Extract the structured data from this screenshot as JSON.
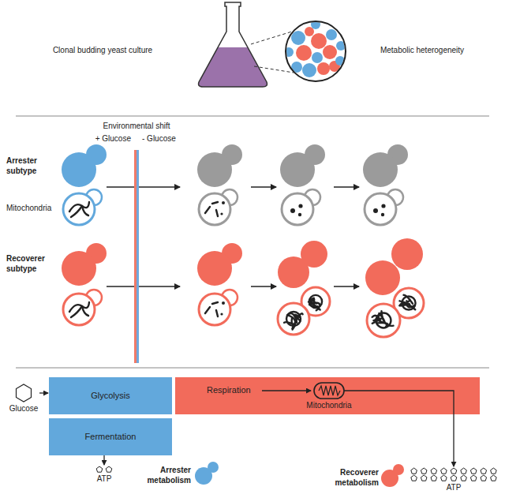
{
  "diagram": {
    "nodes": [
      {
        "text": [
          "Glucose"
        ]
      },
      {
        "text": [
          "Glycolysis"
        ]
      },
      {
        "text": [
          "Respiration",
          "Mitochondria"
        ]
      },
      {
        "text": [
          "Fermentation"
        ]
      },
      {
        "text": [
          "ATP"
        ]
      },
      {
        "text": [
          "ATP"
        ]
      }
    ],
    "edges": [
      {
        "from": 0,
        "to": 1,
        "arrow": "to"
      },
      {
        "from": 3,
        "to": 4,
        "arrow": "to"
      },
      {
        "from": 2,
        "to": 5,
        "arrow": "to"
      }
    ],
    "labels": [
      "Clonal budding yeast culture",
      "Metabolic heterogeneity",
      "Environmental shift",
      "+ Glucose",
      "- Glucose",
      "Arrester subtype",
      "Mitochondria",
      "Recoverer subtype",
      "Arrester metabolism",
      "Recoverer metabolism"
    ]
  }
}
